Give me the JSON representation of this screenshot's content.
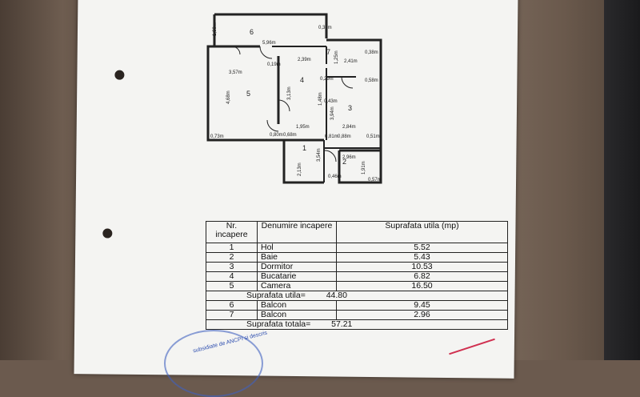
{
  "plan": {
    "room_numbers": [
      "6",
      "7",
      "5",
      "4",
      "3",
      "1",
      "2"
    ],
    "dimensions": [
      "1,60m",
      "5,96m",
      "0,38m",
      "0,38m",
      "1,25m",
      "2,41m",
      "0,19m",
      "2,39m",
      "3,57m",
      "4,68m",
      "3,13m",
      "0,29m",
      "1,48m",
      "0,43m",
      "3,94m",
      "0,58m",
      "1,95m",
      "2,84m",
      "0,73m",
      "0,80m",
      "0,68m",
      "0,81m",
      "0,88m",
      "0,51m",
      "2,96m",
      "3,54m",
      "2,13m",
      "1,91m",
      "0,46m",
      "0,57m"
    ]
  },
  "table": {
    "header": {
      "nr": "Nr. incapere",
      "name": "Denumire incapere",
      "area": "Suprafata utila (mp)"
    },
    "rows": [
      {
        "nr": "1",
        "name": "Hol",
        "area": "5.52"
      },
      {
        "nr": "2",
        "name": "Baie",
        "area": "5.43"
      },
      {
        "nr": "3",
        "name": "Dormitor",
        "area": "10.53"
      },
      {
        "nr": "4",
        "name": "Bucatarie",
        "area": "6.82"
      },
      {
        "nr": "5",
        "name": "Camera",
        "area": "16.50"
      }
    ],
    "utila_label": "Suprafata utila=",
    "utila_value": "44.80",
    "balcony_rows": [
      {
        "nr": "6",
        "name": "Balcon",
        "area": "9.45"
      },
      {
        "nr": "7",
        "name": "Balcon",
        "area": "2.96"
      }
    ],
    "totala_label": "Suprafata totala=",
    "totala_value": "57.21"
  },
  "stamp_text": "subsidiate de ANCPI si descris"
}
